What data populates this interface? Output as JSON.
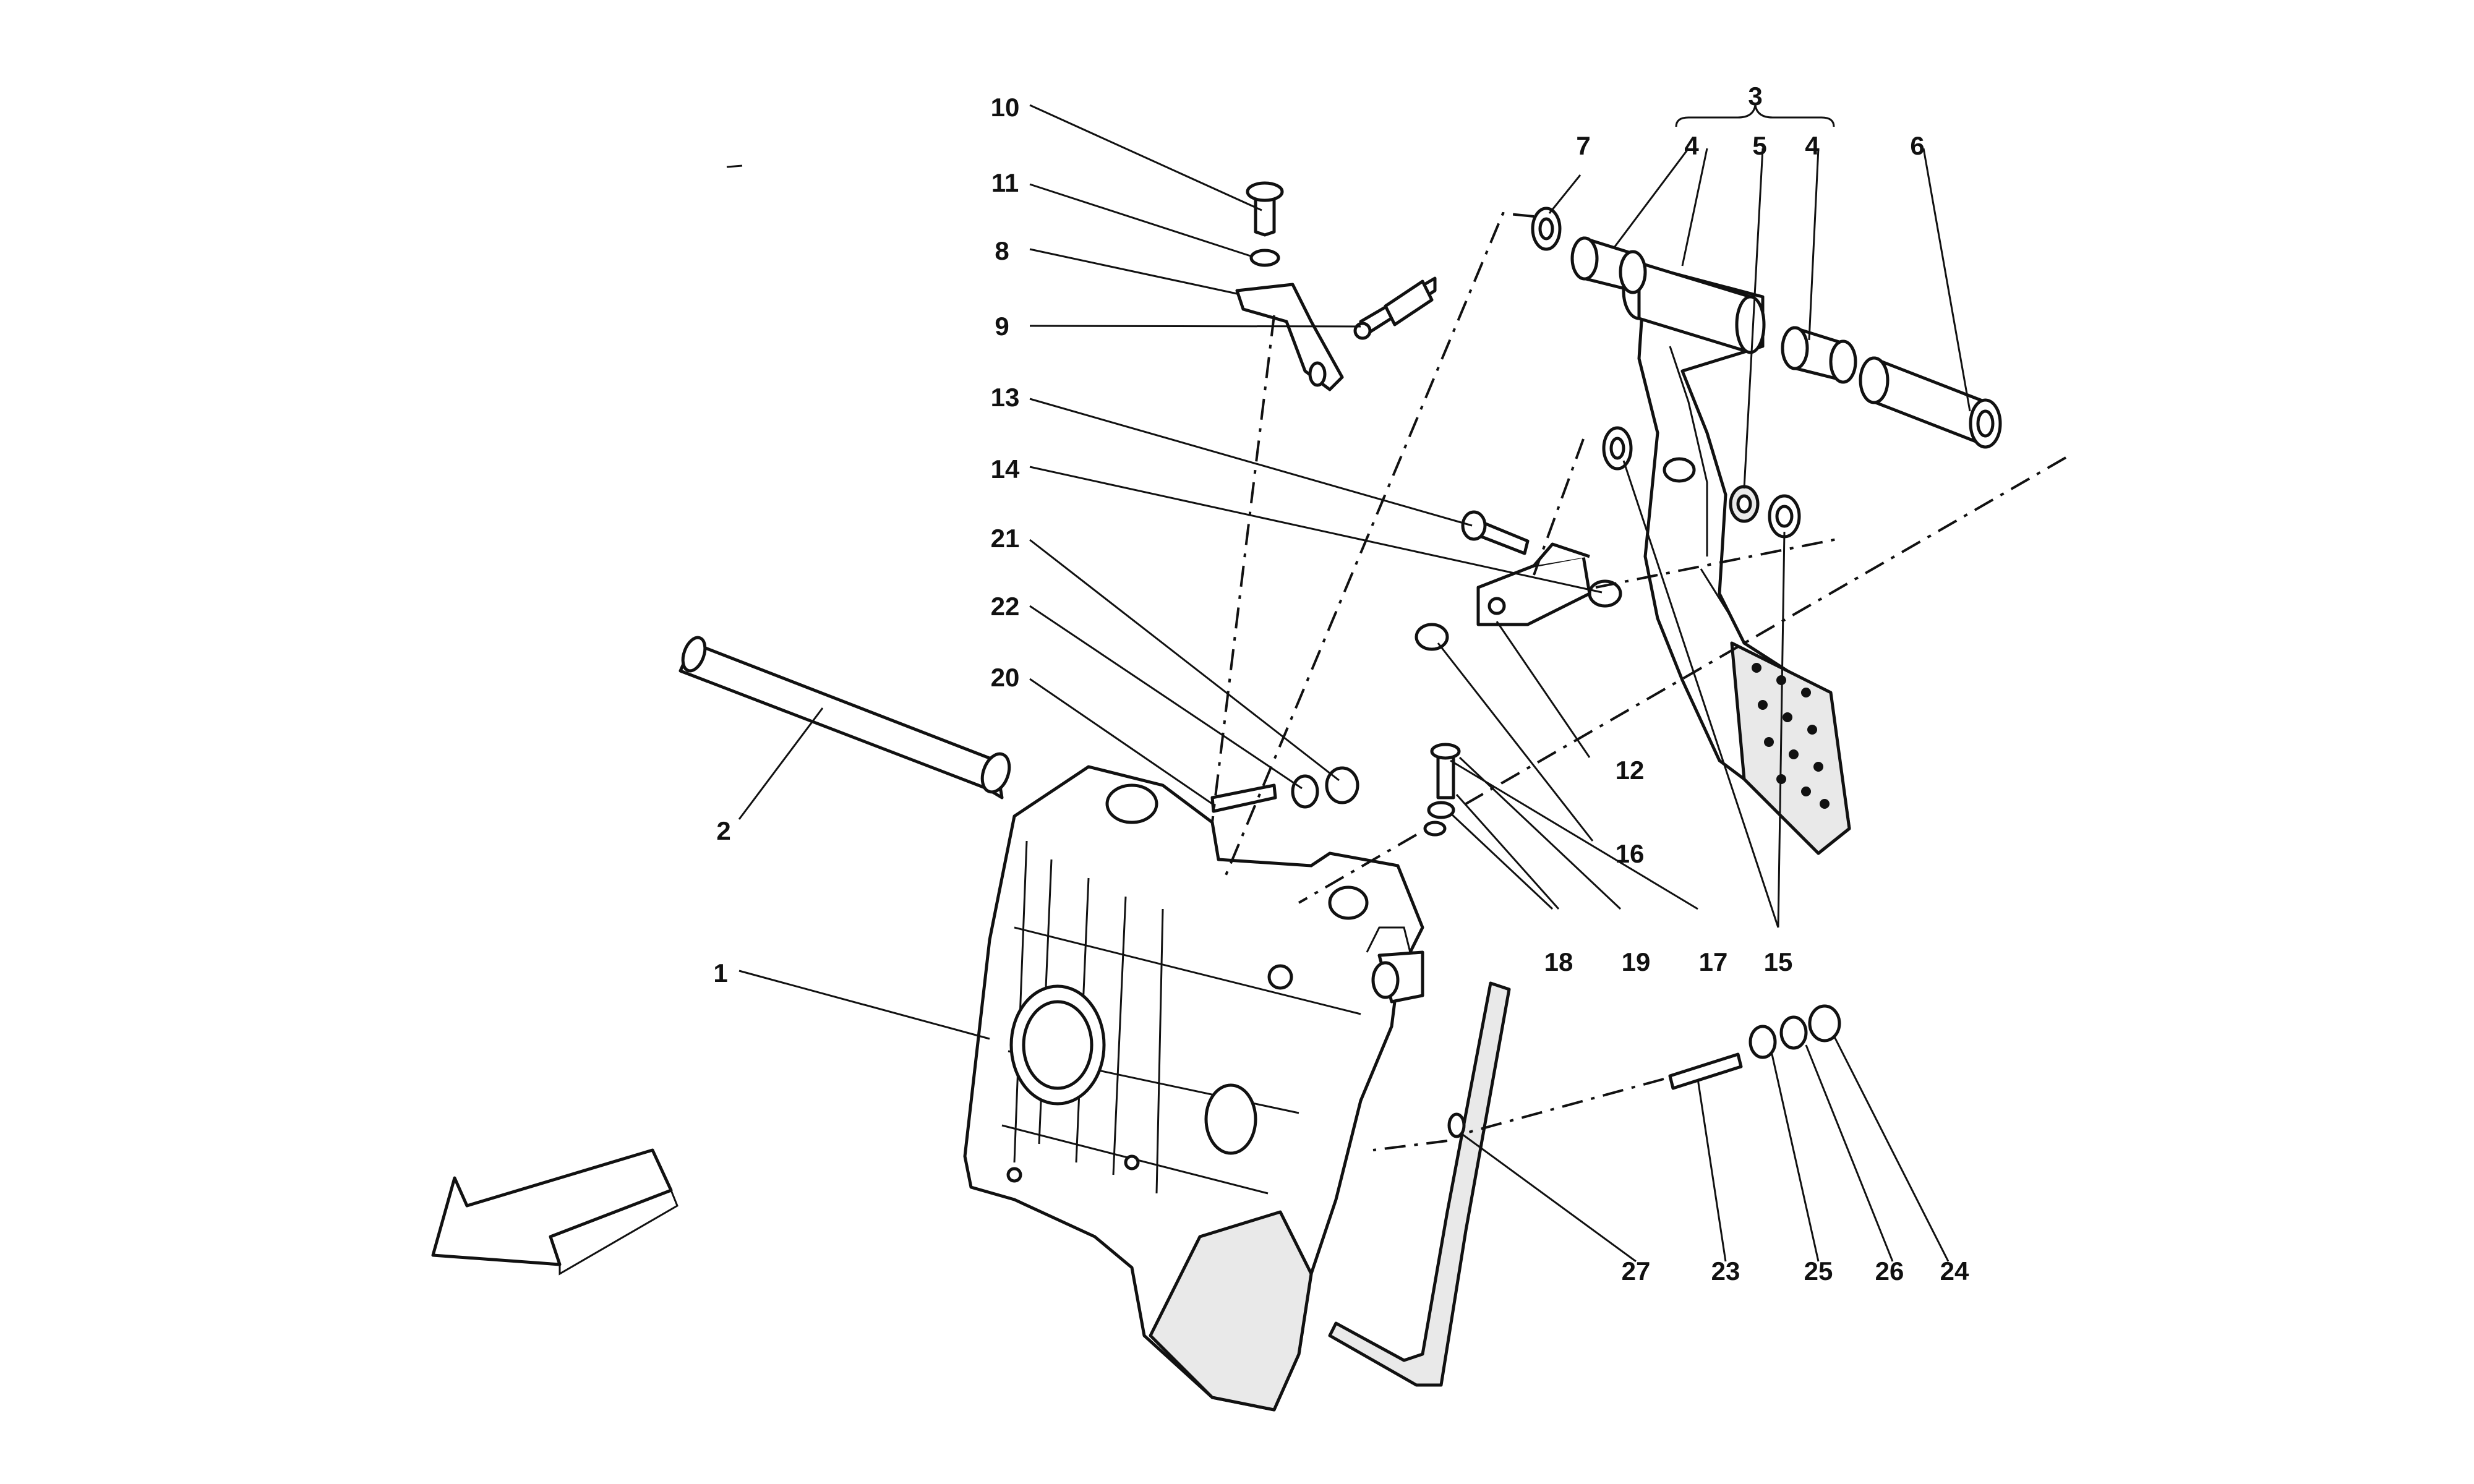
{
  "diagram": {
    "callouts": [
      "1",
      "2",
      "3",
      "4",
      "4",
      "5",
      "6",
      "7",
      "8",
      "9",
      "10",
      "11",
      "12",
      "13",
      "14",
      "15",
      "16",
      "17",
      "18",
      "19",
      "20",
      "21",
      "22",
      "23",
      "24",
      "25",
      "26",
      "27"
    ],
    "colors": {
      "line": "#111111",
      "background": "#ffffff",
      "texture": "#e9e9e9"
    },
    "icons": [
      "direction-arrow-icon"
    ]
  }
}
